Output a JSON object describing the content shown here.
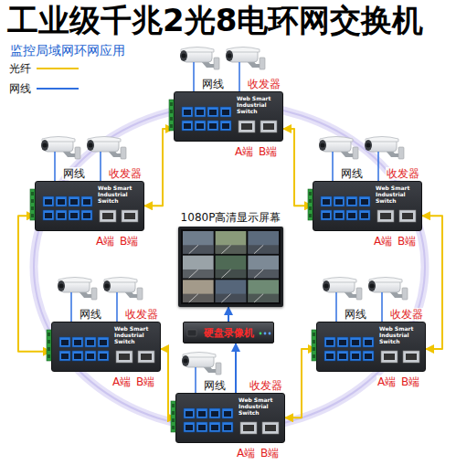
{
  "diagram": {
    "title": "工业级千兆2光8电环网交换机",
    "nodes": [
      {
        "text": [
          "Web Smart Industrial Switch"
        ]
      },
      {
        "text": [
          "Web Smart Industrial Switch"
        ]
      },
      {
        "text": [
          "Web Smart Industrial Switch"
        ]
      },
      {
        "text": [
          "1080P高清显示屏幕"
        ]
      },
      {
        "text": [
          "Web Smart Industrial Switch"
        ]
      },
      {
        "text": [
          "Web Smart Industrial Switch"
        ]
      },
      {
        "text": [
          "硬盘录像机"
        ]
      },
      {
        "text": [
          "Web Smart Industrial Switch"
        ]
      }
    ],
    "edges": [
      {
        "from": 0,
        "to": 1,
        "arrow": "both"
      },
      {
        "from": 1,
        "to": 4,
        "arrow": "both"
      },
      {
        "from": 4,
        "to": 7,
        "arrow": "both"
      },
      {
        "from": 7,
        "to": 5,
        "arrow": "both"
      },
      {
        "from": 5,
        "to": 2,
        "arrow": "both"
      },
      {
        "from": 2,
        "to": 0,
        "arrow": "both"
      },
      {
        "from": 7,
        "to": 6,
        "arrow": "to"
      },
      {
        "from": 6,
        "to": 3,
        "arrow": "to"
      }
    ],
    "labels": [
      "监控局域网环网应用",
      "网线",
      "收发器",
      "A端",
      "B端",
      "网线",
      "收发器",
      "A端",
      "B端",
      "网线",
      "收发器",
      "A端",
      "B端",
      "网线",
      "收发器",
      "A端",
      "B端",
      "网线",
      "收发器",
      "A端",
      "B端",
      "网线",
      "收发器",
      "A端",
      "B端"
    ],
    "legend": [
      {
        "text": "光纤"
      },
      {
        "text": "网线"
      }
    ]
  }
}
